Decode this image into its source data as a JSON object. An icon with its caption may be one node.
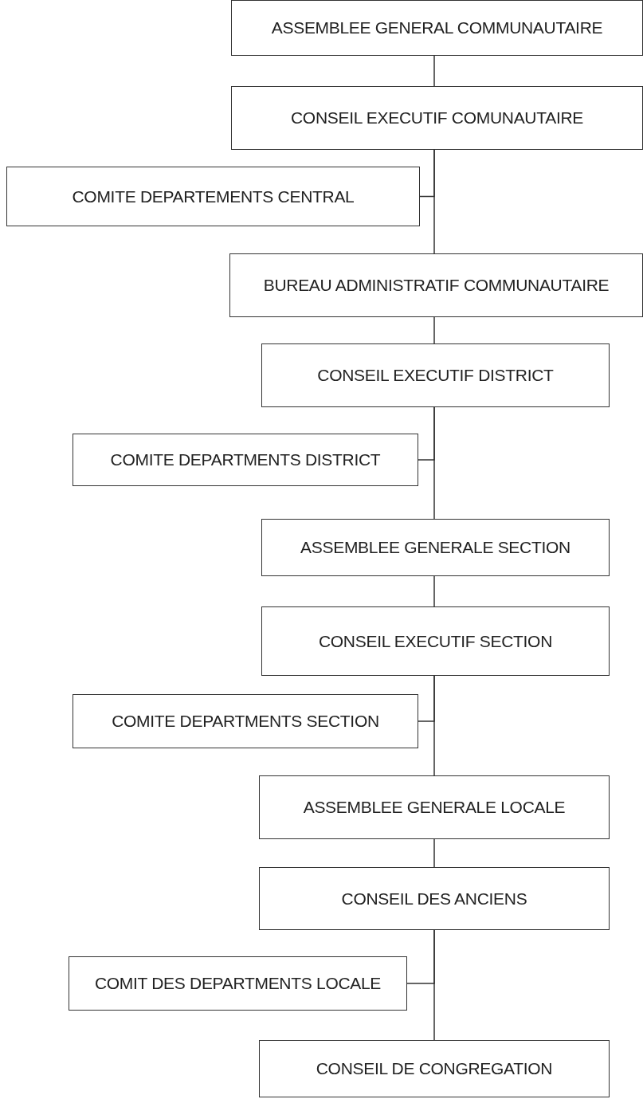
{
  "diagram": {
    "nodes": [
      {
        "text": [
          "ASSEMBLEE GENERAL COMMUNAUTAIRE"
        ]
      },
      {
        "text": [
          "CONSEIL EXECUTIF COMUNAUTAIRE"
        ]
      },
      {
        "text": [
          "COMITE DEPARTEMENTS CENTRAL"
        ]
      },
      {
        "text": [
          "BUREAU ADMINISTRATIF COMMUNAUTAIRE"
        ]
      },
      {
        "text": [
          "CONSEIL EXECUTIF DISTRICT"
        ]
      },
      {
        "text": [
          "COMITE DEPARTMENTS DISTRICT"
        ]
      },
      {
        "text": [
          "ASSEMBLEE GENERALE SECTION"
        ]
      },
      {
        "text": [
          "CONSEIL EXECUTIF SECTION"
        ]
      },
      {
        "text": [
          "COMITE DEPARTMENTS SECTION"
        ]
      },
      {
        "text": [
          "ASSEMBLEE GENERALE LOCALE"
        ]
      },
      {
        "text": [
          "CONSEIL DES ANCIENS"
        ]
      },
      {
        "text": [
          "COMIT DES DEPARTMENTS LOCALE"
        ]
      },
      {
        "text": [
          "CONSEIL DE CONGREGATION"
        ]
      }
    ],
    "edges": [
      {
        "from": 0,
        "to": 1,
        "arrow": "none"
      },
      {
        "from": 1,
        "to": 2,
        "arrow": "none"
      },
      {
        "from": 1,
        "to": 3,
        "arrow": "none"
      },
      {
        "from": 3,
        "to": 4,
        "arrow": "none"
      },
      {
        "from": 4,
        "to": 5,
        "arrow": "none"
      },
      {
        "from": 4,
        "to": 6,
        "arrow": "none"
      },
      {
        "from": 6,
        "to": 7,
        "arrow": "none"
      },
      {
        "from": 7,
        "to": 8,
        "arrow": "none"
      },
      {
        "from": 7,
        "to": 9,
        "arrow": "none"
      },
      {
        "from": 9,
        "to": 10,
        "arrow": "none"
      },
      {
        "from": 10,
        "to": 11,
        "arrow": "none"
      },
      {
        "from": 10,
        "to": 12,
        "arrow": "none"
      }
    ]
  }
}
